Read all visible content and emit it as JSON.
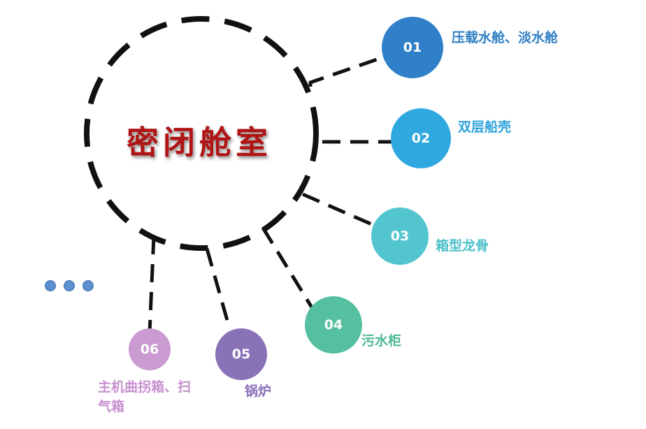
{
  "center": {
    "title": "密闭舱室",
    "color": "#b01414"
  },
  "nodes": [
    {
      "number": "01",
      "label": "压载水舱、淡水舱",
      "color": "#2f80c8",
      "label_color": "#2f7fc4"
    },
    {
      "number": "02",
      "label": "双层船壳",
      "color": "#2fa8e0",
      "label_color": "#2fa3db"
    },
    {
      "number": "03",
      "label": "箱型龙骨",
      "color": "#52c5cf",
      "label_color": "#4bbfc9"
    },
    {
      "number": "04",
      "label": "污水柜",
      "color": "#55c0a0",
      "label_color": "#4cb895"
    },
    {
      "number": "05",
      "label": "锅炉",
      "color": "#8a72b8",
      "label_color": "#8a72b8"
    },
    {
      "number": "06",
      "label_line1": "主机曲拐箱、扫",
      "label_line2": "气箱",
      "color": "#c99bd0",
      "label_color": "#c78fcf"
    }
  ],
  "more_indicator": {
    "color": "#5b8fcf"
  }
}
